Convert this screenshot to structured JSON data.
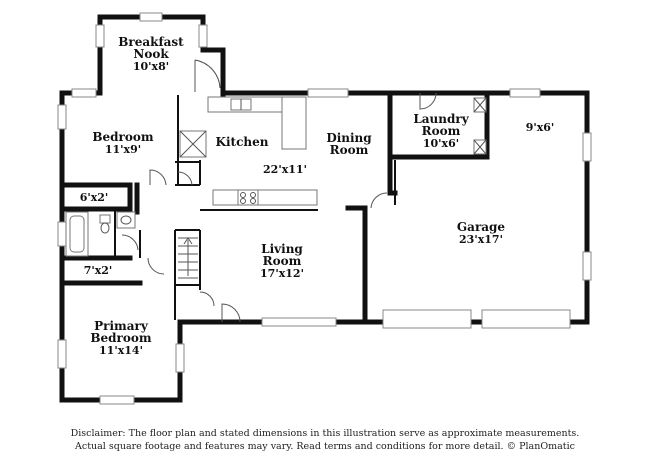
{
  "rooms": {
    "breakfast_nook": {
      "name_line1": "Breakfast",
      "name_line2": "Nook",
      "dims": "10'x8'"
    },
    "bedroom": {
      "name": "Bedroom",
      "dims": "11'x9'"
    },
    "kitchen": {
      "name": "Kitchen",
      "dims": "22'x11'"
    },
    "dining_room": {
      "name_line1": "Dining",
      "name_line2": "Room"
    },
    "laundry_room": {
      "name_line1": "Laundry",
      "name_line2": "Room",
      "dims": "10'x6'"
    },
    "storage": {
      "dims": "9'x6'"
    },
    "closet_upper": {
      "dims": "6'x2'"
    },
    "closet_lower": {
      "dims": "7'x2'"
    },
    "garage": {
      "name": "Garage",
      "dims": "23'x17'"
    },
    "living_room": {
      "name_line1": "Living",
      "name_line2": "Room",
      "dims": "17'x12'"
    },
    "primary_bedroom": {
      "name_line1": "Primary",
      "name_line2": "Bedroom",
      "dims": "11'x14'"
    }
  },
  "disclaimer": {
    "line1": "Disclaimer: The floor plan and stated dimensions in this illustration serve as approximate measurements.",
    "line2": "Actual square footage and features may vary. Read terms and conditions for more detail. © PlanOmatic"
  }
}
